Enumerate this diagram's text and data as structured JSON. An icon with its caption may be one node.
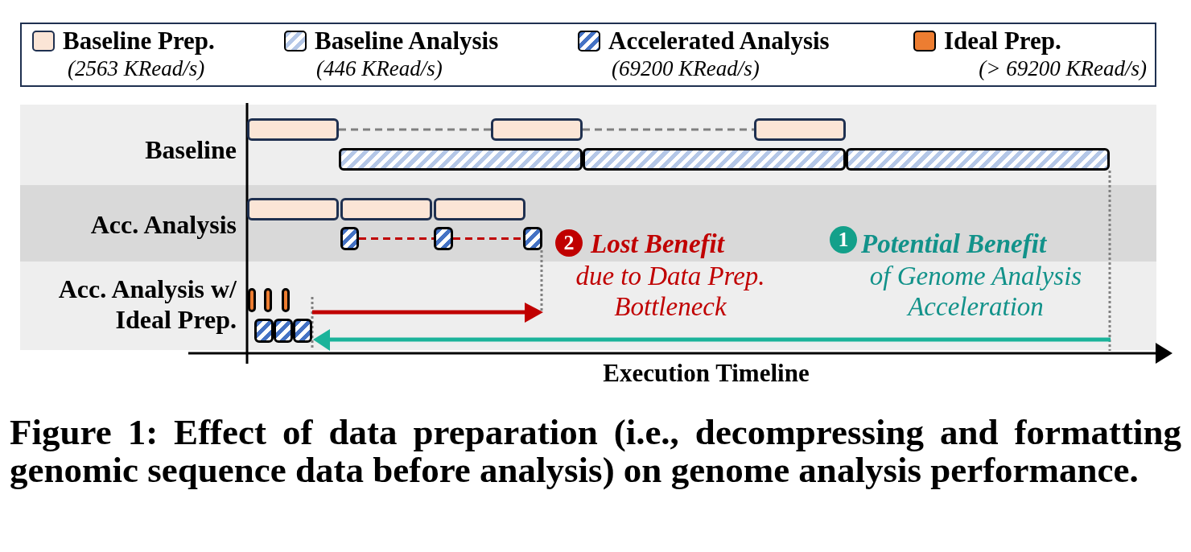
{
  "diagram": {
    "caption": "Figure 1: Effect of data preparation (i.e., decompressing and formatting genomic sequence data before analysis) on genome analysis performance.",
    "nodes": [
      {
        "text": [],
        "shape": "bar"
      },
      {
        "text": [],
        "shape": "bar"
      },
      {
        "text": [],
        "shape": "bar"
      },
      {
        "text": [],
        "shape": "bar"
      },
      {
        "text": [],
        "shape": "bar"
      },
      {
        "text": [],
        "shape": "bar"
      },
      {
        "text": [],
        "shape": "bar"
      },
      {
        "text": [],
        "shape": "bar"
      },
      {
        "text": [],
        "shape": "bar"
      },
      {
        "text": [],
        "shape": "bar"
      },
      {
        "text": [],
        "shape": "bar"
      },
      {
        "text": [],
        "shape": "bar"
      },
      {
        "text": [],
        "shape": "bar"
      },
      {
        "text": [],
        "shape": "bar"
      },
      {
        "text": [],
        "shape": "bar"
      },
      {
        "text": [],
        "shape": "bar"
      },
      {
        "text": [],
        "shape": "bar"
      },
      {
        "text": [],
        "shape": "bar"
      }
    ],
    "edges": [
      {
        "from": 0,
        "to": 1,
        "arrow": "none",
        "style": "dashed",
        "color": "#808080"
      },
      {
        "from": 1,
        "to": 2,
        "arrow": "none",
        "style": "dashed",
        "color": "#808080"
      },
      {
        "from": 9,
        "to": 10,
        "arrow": "none",
        "style": "dashed",
        "color": "#c00000"
      },
      {
        "from": 10,
        "to": 11,
        "arrow": "none",
        "style": "dashed",
        "color": "#c00000"
      }
    ],
    "labels": [
      "(2563 KRead/s)",
      "(446 KRead/s)",
      "(69200 KRead/s)",
      "(> 69200 KRead/s)",
      "Baseline",
      "Acc. Analysis",
      "Acc. Analysis w/ Ideal Prep.",
      "2",
      "Lost Benefit",
      "due to Data Prep. Bottleneck",
      "1",
      "Potential Benefit",
      "of Genome Analysis Acceleration",
      "Execution Timeline"
    ],
    "legend": [
      {
        "text": "Baseline Prep.",
        "color": "#fbe5d6"
      },
      {
        "text": "Baseline Analysis"
      },
      {
        "text": "Accelerated Analysis"
      },
      {
        "text": "Ideal Prep.",
        "color": "#ed7d31"
      }
    ]
  }
}
